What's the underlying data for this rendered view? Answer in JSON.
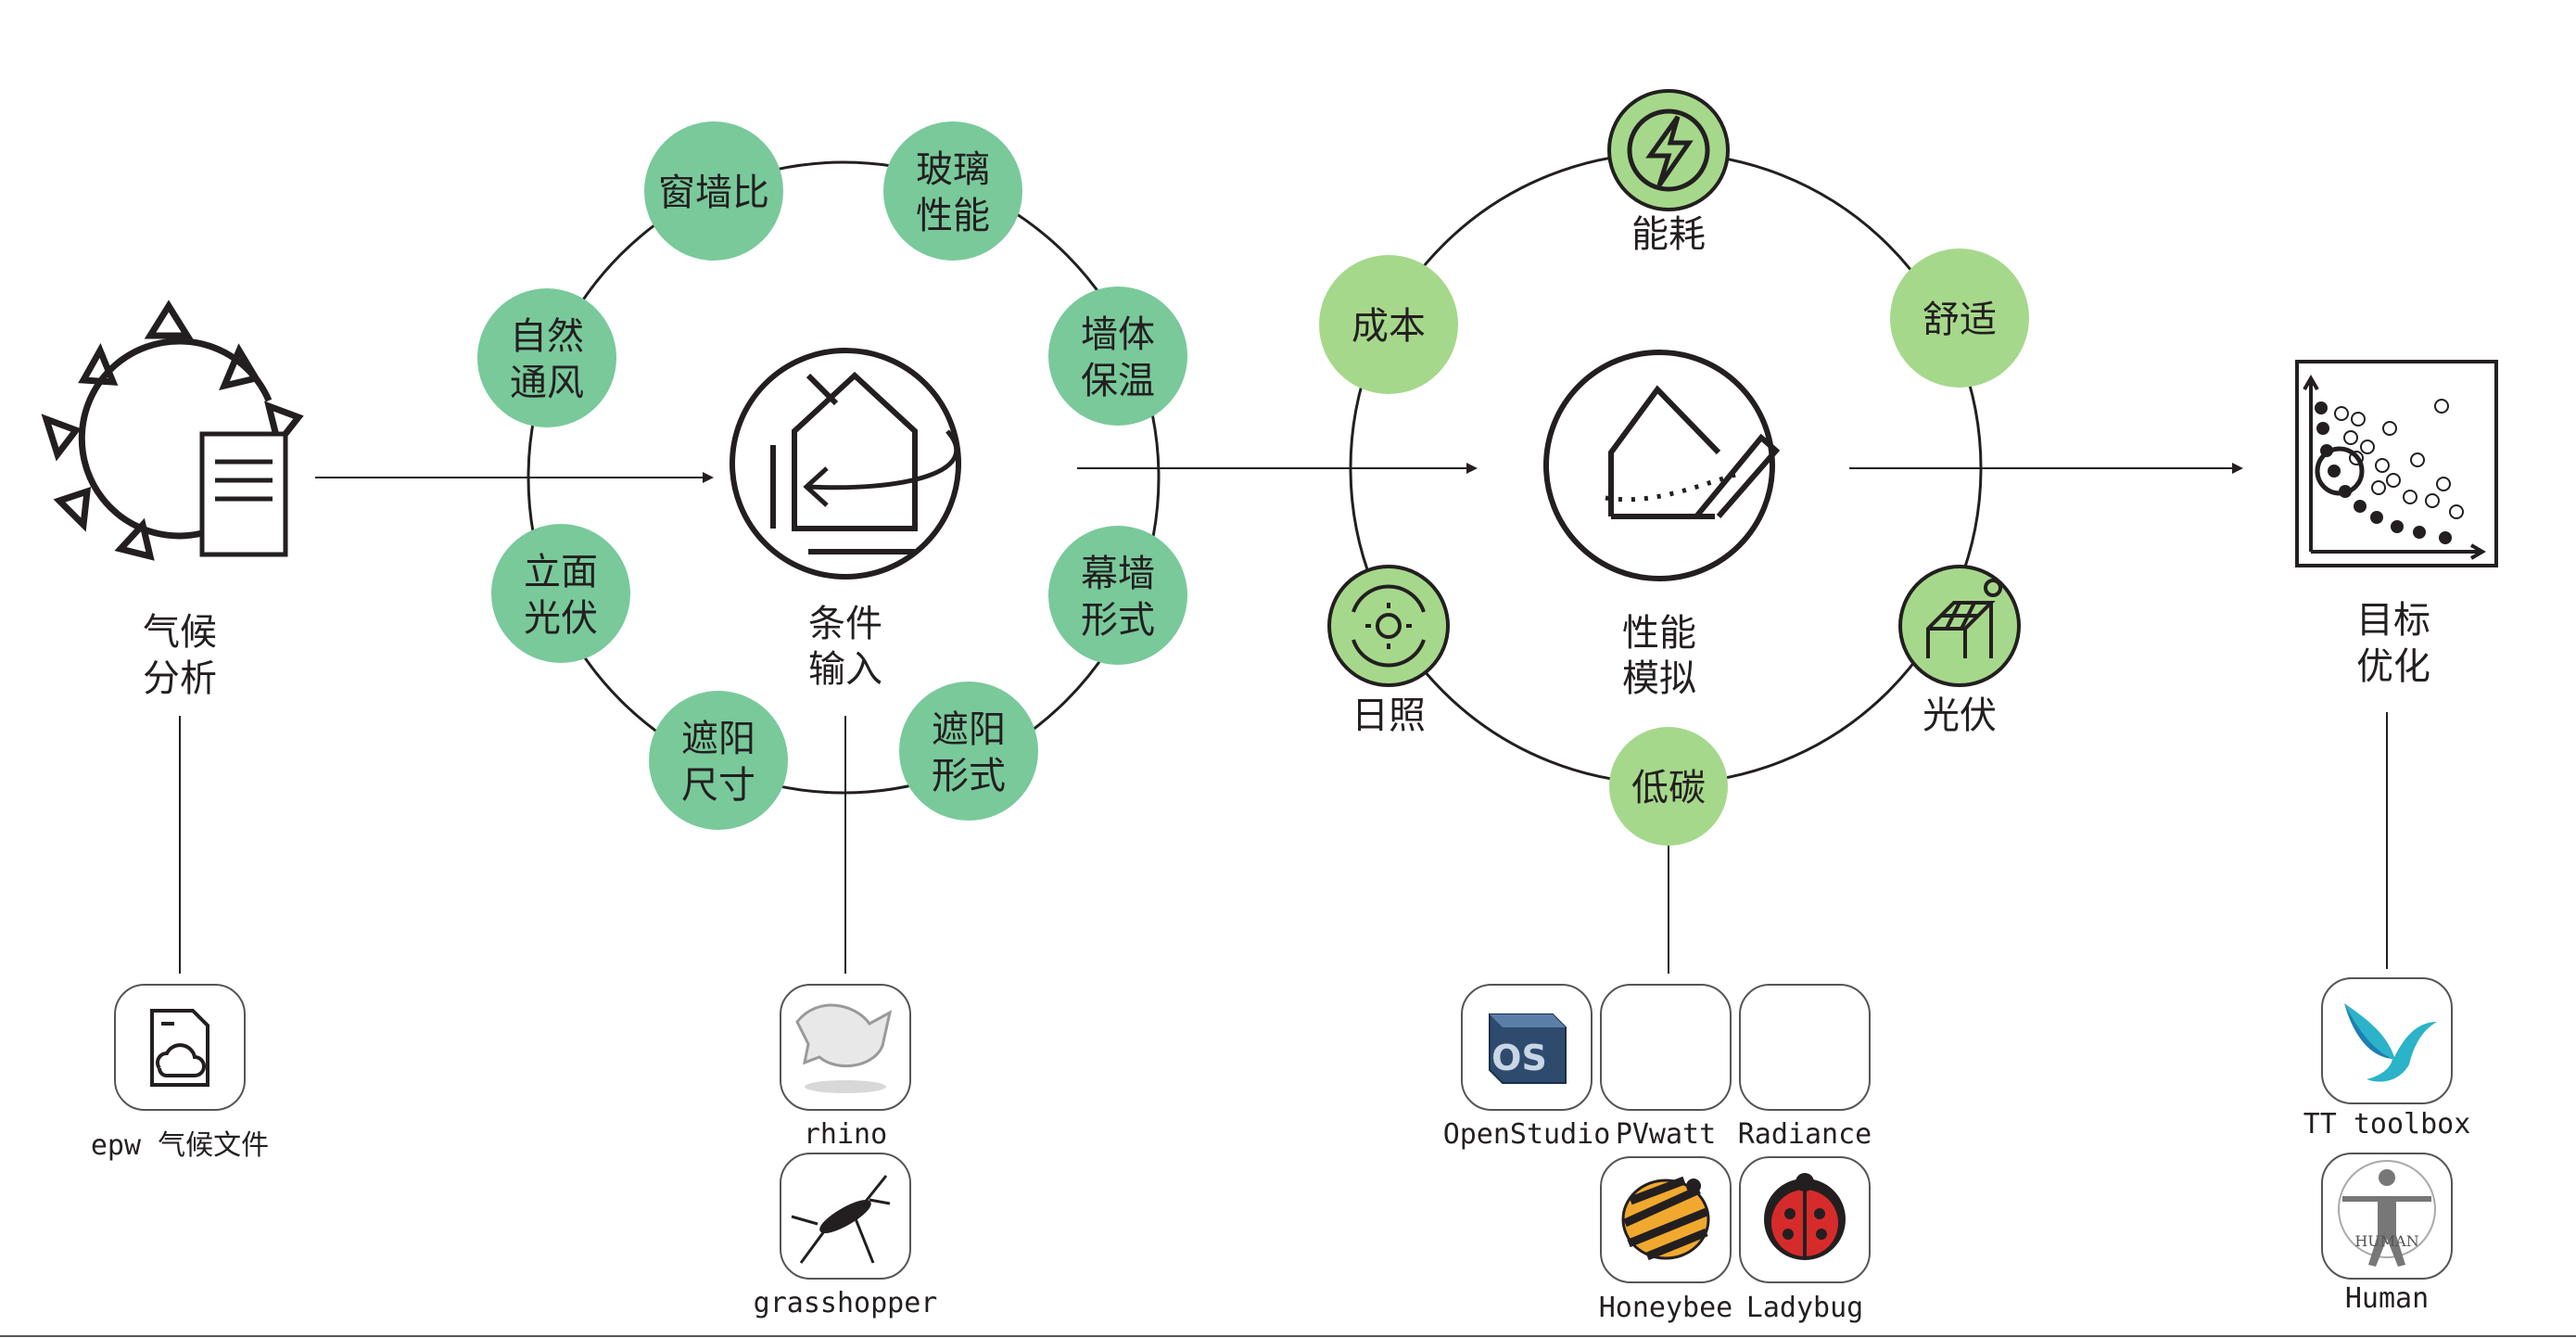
{
  "colors": {
    "input_node": "#79c99b",
    "performance_node": "#a6d88b",
    "line": "#231f20",
    "frame_line": "#555555"
  },
  "climate": {
    "label_line1": "气候",
    "label_line2": "分析",
    "icon": "sun-document-icon",
    "tool_label": "epw 气候文件",
    "tool_icon": "weather-file-icon"
  },
  "conditions": {
    "center_line1": "条件",
    "center_line2": "输入",
    "center_icon": "house-dimension-icon",
    "nodes": [
      {
        "line1": "窗墙比",
        "line2": ""
      },
      {
        "line1": "玻璃",
        "line2": "性能"
      },
      {
        "line1": "墙体",
        "line2": "保温"
      },
      {
        "line1": "幕墙",
        "line2": "形式"
      },
      {
        "line1": "遮阳",
        "line2": "形式"
      },
      {
        "line1": "遮阳",
        "line2": "尺寸"
      },
      {
        "line1": "立面",
        "line2": "光伏"
      },
      {
        "line1": "自然",
        "line2": "通风"
      }
    ],
    "tools": [
      {
        "label": "rhino",
        "icon": "rhino-logo-icon"
      },
      {
        "label": "grasshopper",
        "icon": "grasshopper-logo-icon"
      }
    ]
  },
  "performance": {
    "center_line1": "性能",
    "center_line2": "模拟",
    "center_icon": "simulation-house-icon",
    "nodes": [
      {
        "label": "能耗",
        "icon": "energy-bolt-icon"
      },
      {
        "label": "舒适",
        "icon": ""
      },
      {
        "label": "光伏",
        "icon": "solar-panel-icon"
      },
      {
        "label": "低碳",
        "icon": ""
      },
      {
        "label": "日照",
        "icon": "sun-cycle-icon"
      },
      {
        "label": "成本",
        "icon": ""
      }
    ],
    "tools": [
      {
        "label": "OpenStudio",
        "icon": "openstudio-logo-icon"
      },
      {
        "label": "PVwatt",
        "icon": ""
      },
      {
        "label": "Radiance",
        "icon": ""
      },
      {
        "label": "Honeybee",
        "icon": "honeybee-logo-icon"
      },
      {
        "label": "Ladybug",
        "icon": "ladybug-logo-icon"
      }
    ]
  },
  "optimization": {
    "label_line1": "目标",
    "label_line2": "优化",
    "icon": "pareto-scatter-icon",
    "tools": [
      {
        "label": "TT toolbox",
        "icon": "tt-toolbox-bird-icon"
      },
      {
        "label": "Human",
        "icon": "human-figure-icon",
        "badge": "HUMAN"
      }
    ]
  }
}
